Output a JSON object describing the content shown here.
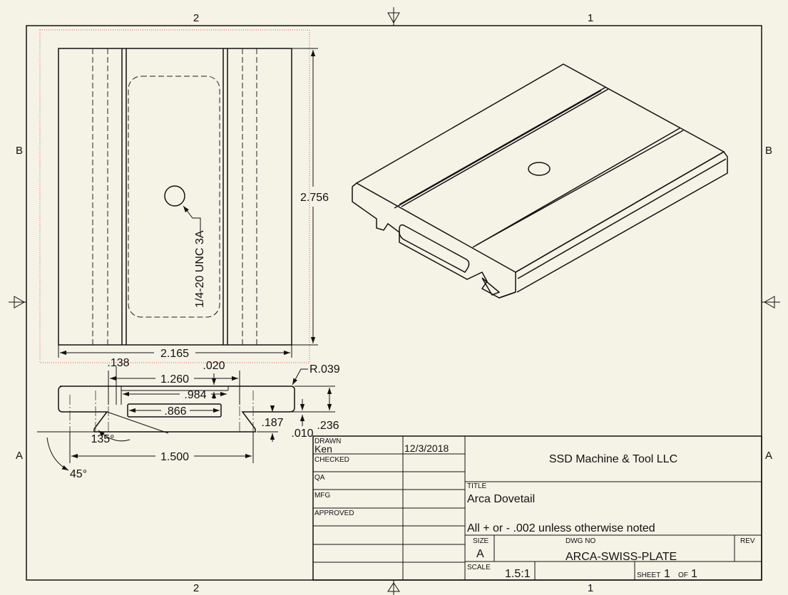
{
  "zones": {
    "top": [
      "2",
      "1"
    ],
    "bottom": [
      "2",
      "1"
    ],
    "left": [
      "B",
      "A"
    ],
    "right": [
      "B",
      "A"
    ]
  },
  "dimensions": {
    "width_top": "2.165",
    "height_right": "2.756",
    "thread_callout": "1/4-20 UNC 3A",
    "d138": ".138",
    "d020": ".020",
    "d1260": "1.260",
    "d984": ".984",
    "d866": ".866",
    "r039": "R.039",
    "d236": ".236",
    "d187": ".187",
    "d010": ".010",
    "angle135": "135°",
    "angle45": "45°",
    "d1500": "1.500"
  },
  "title_block": {
    "drawn_label": "DRAWN",
    "drawn_by": "Ken",
    "drawn_date": "12/3/2018",
    "checked_label": "CHECKED",
    "qa_label": "QA",
    "mfg_label": "MFG",
    "approved_label": "APPROVED",
    "company": "SSD Machine & Tool LLC",
    "title_label": "TITLE",
    "title": "Arca Dovetail",
    "note": "All + or - .002 unless otherwise noted",
    "size_label": "SIZE",
    "size": "A",
    "dwg_no_label": "DWG NO",
    "dwg_no": "ARCA-SWISS-PLATE",
    "rev_label": "REV",
    "scale_label": "SCALE",
    "scale": "1.5:1",
    "sheet_label": "SHEET",
    "sheet_num": "1",
    "of_label": "OF",
    "sheet_total": "1"
  }
}
